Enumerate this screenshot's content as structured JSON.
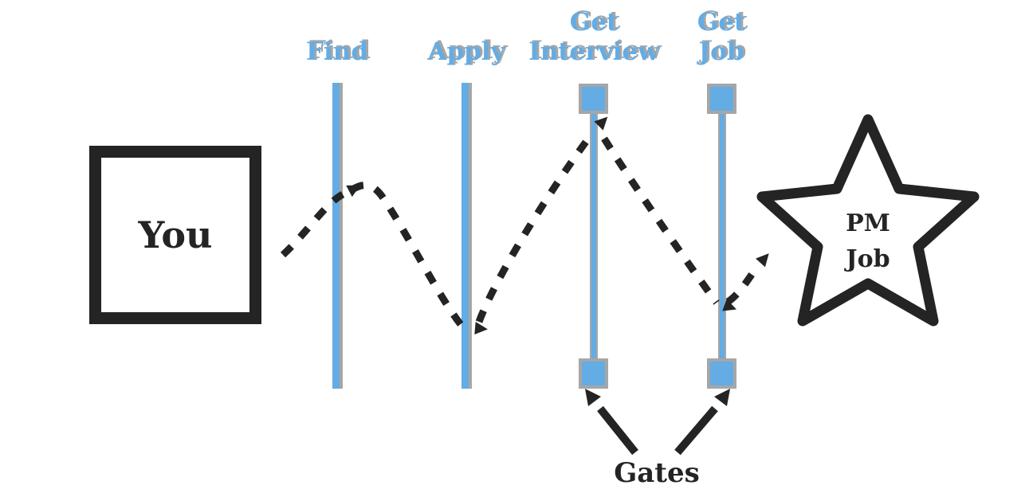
{
  "diagram": {
    "start_node": {
      "label": "You"
    },
    "gates": [
      {
        "id": "find",
        "label_line1": "",
        "label_line2": "Find"
      },
      {
        "id": "apply",
        "label_line1": "",
        "label_line2": "Apply"
      },
      {
        "id": "get-interview",
        "label_line1": "Get",
        "label_line2": "Interview"
      },
      {
        "id": "get-job",
        "label_line1": "Get",
        "label_line2": "Job"
      }
    ],
    "goal_node": {
      "label_line1": "PM",
      "label_line2": "Job"
    },
    "annotation": {
      "label": "Gates"
    }
  },
  "colors": {
    "accent_blue": "#64ace4",
    "shadow_gray": "#a6a6a6",
    "ink_black": "#242424",
    "background": "#ffffff"
  }
}
